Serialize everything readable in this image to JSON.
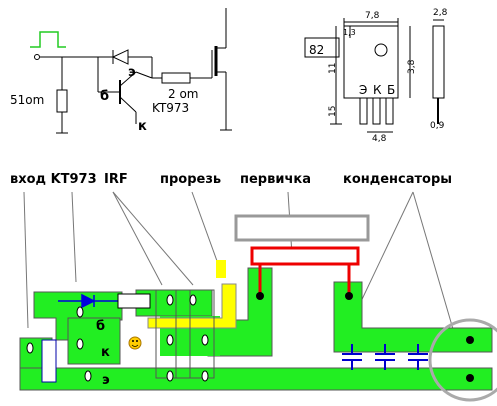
{
  "schematic": {
    "resistor_label": "51om",
    "gate_resistor_label": "2 om",
    "transistor_label": "KT973",
    "pin_e": "э",
    "pin_b": "б",
    "pin_k": "к"
  },
  "package": {
    "marking": "82",
    "dim_width": "7,8",
    "dim_thickness": "2,8",
    "dim_body_height": "11",
    "dim_hole": "3,8",
    "dim_leads": "15",
    "dim_pitch": "4,8",
    "dim_lead_thickness": "0,9",
    "dim_tab": "1,3",
    "pin_e": "Э",
    "pin_k": "К",
    "pin_b": "Б"
  },
  "labels": {
    "input": "вход KT973",
    "irf": "IRF",
    "slot": "прорезь",
    "primary": "первичка",
    "capacitors": "конденсаторы"
  },
  "board": {
    "pin_b": "б",
    "pin_k": "к",
    "pin_e": "э"
  },
  "colors": {
    "board_green": "#22ee22",
    "primary_red": "#ee0000",
    "slot_yellow": "#ffff00",
    "capacitor_blue": "#0000cc",
    "diode_blue": "#0000dd"
  }
}
